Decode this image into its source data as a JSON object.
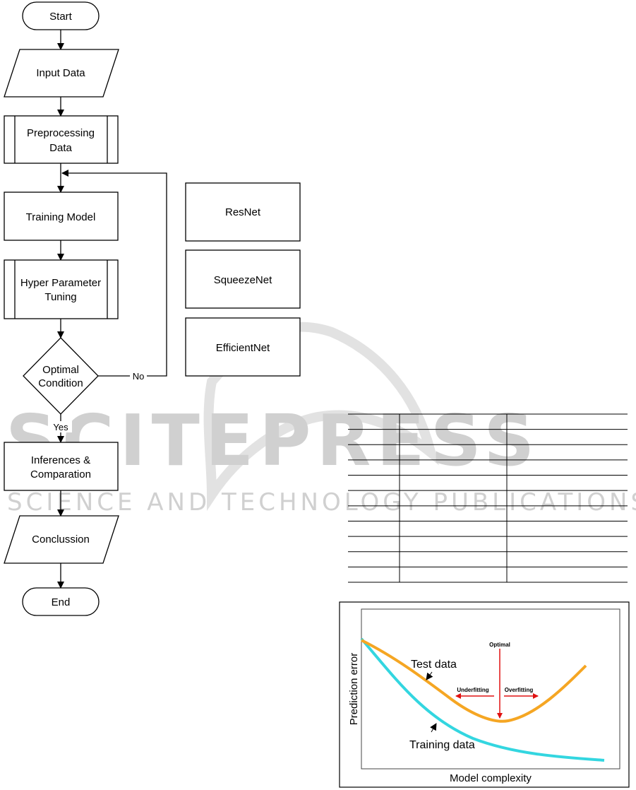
{
  "watermark": {
    "main": "SCITEPRESS",
    "sub": "SCIENCE AND TECHNOLOGY PUBLICATIONS"
  },
  "flowchart": {
    "start": "Start",
    "input": "Input Data",
    "preprocess_line1": "Preprocessing",
    "preprocess_line2": "Data",
    "training": "Training Model",
    "tuning_line1": "Hyper Parameter",
    "tuning_line2": "Tuning",
    "decision_line1": "Optimal",
    "decision_line2": "Condition",
    "no_label": "No",
    "yes_label": "Yes",
    "inference_line1": "Inferences &",
    "inference_line2": "Comparation",
    "conclusion": "Conclussion",
    "end": "End"
  },
  "models": [
    "ResNet",
    "SqueezeNet",
    "EfficientNet"
  ],
  "empty_table": {
    "rows": 11,
    "columns": 3
  },
  "chart": {
    "xlabel": "Model complexity",
    "ylabel": "Prediction error",
    "test_label": "Test data",
    "training_label": "Training data",
    "optimal_label": "Optimal",
    "underfitting_label": "Underfitting",
    "overfitting_label": "Overfitting",
    "colors": {
      "test": "#f5a623",
      "training": "#33d6e0",
      "arrows": "#e01010"
    }
  }
}
